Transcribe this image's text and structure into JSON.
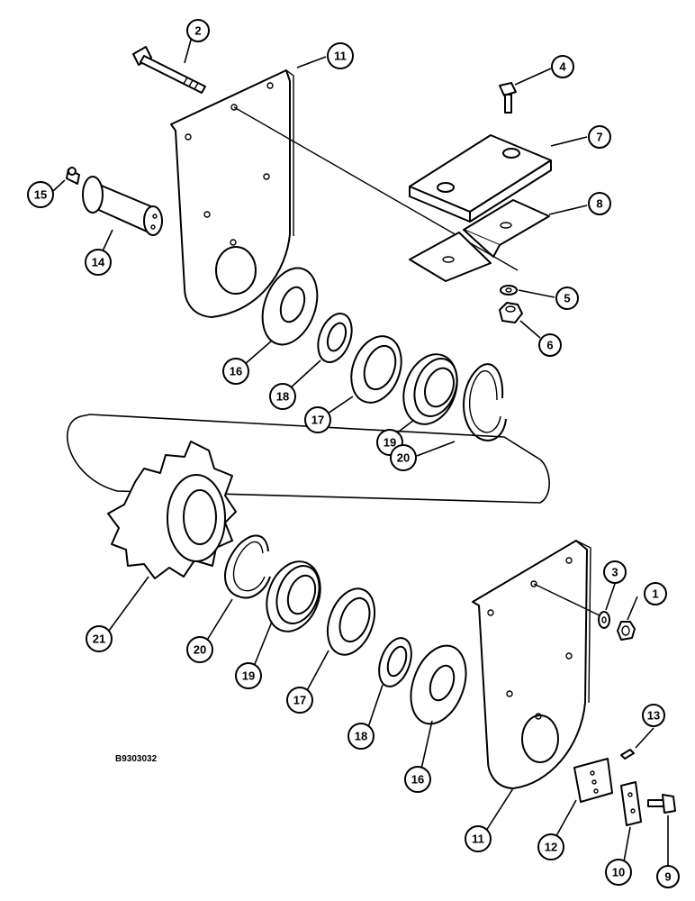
{
  "drawing_id": "B9303032",
  "callouts": [
    {
      "id": "callout-2",
      "label": "2"
    },
    {
      "id": "callout-11-top",
      "label": "11"
    },
    {
      "id": "callout-4",
      "label": "4"
    },
    {
      "id": "callout-7",
      "label": "7"
    },
    {
      "id": "callout-8",
      "label": "8"
    },
    {
      "id": "callout-15",
      "label": "15"
    },
    {
      "id": "callout-14",
      "label": "14"
    },
    {
      "id": "callout-5",
      "label": "5"
    },
    {
      "id": "callout-6",
      "label": "6"
    },
    {
      "id": "callout-16-top",
      "label": "16"
    },
    {
      "id": "callout-18-top",
      "label": "18"
    },
    {
      "id": "callout-17-top",
      "label": "17"
    },
    {
      "id": "callout-19-top",
      "label": "19"
    },
    {
      "id": "callout-20-top",
      "label": "20"
    },
    {
      "id": "callout-3",
      "label": "3"
    },
    {
      "id": "callout-1",
      "label": "1"
    },
    {
      "id": "callout-21",
      "label": "21"
    },
    {
      "id": "callout-20-bottom",
      "label": "20"
    },
    {
      "id": "callout-19-bottom",
      "label": "19"
    },
    {
      "id": "callout-17-bottom",
      "label": "17"
    },
    {
      "id": "callout-18-bottom",
      "label": "18"
    },
    {
      "id": "callout-16-bottom",
      "label": "16"
    },
    {
      "id": "callout-13",
      "label": "13"
    },
    {
      "id": "callout-11-bottom",
      "label": "11"
    },
    {
      "id": "callout-12",
      "label": "12"
    },
    {
      "id": "callout-10",
      "label": "10"
    },
    {
      "id": "callout-9",
      "label": "9"
    }
  ]
}
